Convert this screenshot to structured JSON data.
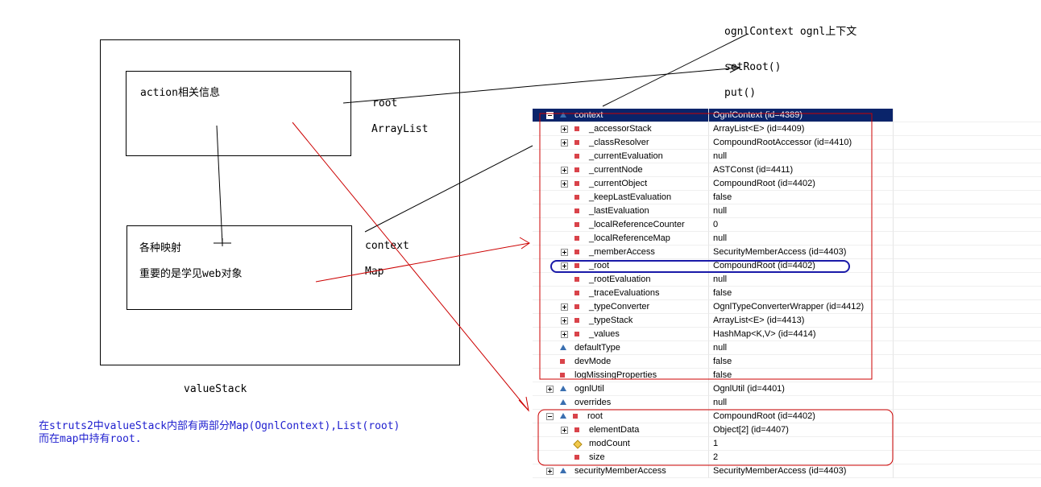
{
  "diagram": {
    "action_info": "action相关信息",
    "root_label": "root",
    "arraylist_label": "ArrayList",
    "mappings_label": "各种映射",
    "web_objects_label": "重要的是学见web对象",
    "context_label": "context",
    "map_label": "Map",
    "value_stack_label": "valueStack",
    "ognl_context_title": "ognlContext  ognl上下文",
    "set_root": "setRoot()",
    "put": "put()",
    "note_line1": "在struts2中valueStack内部有两部分Map(OgnlContext),List(root)",
    "note_line2": "而在map中持有root."
  },
  "tree": {
    "rows": [
      {
        "name": "context",
        "value": "OgnlContext  (id=4389)",
        "expander": "minus",
        "icons": [
          "tri"
        ],
        "indent": 0,
        "selected": true
      },
      {
        "name": "_accessorStack",
        "value": "ArrayList<E>  (id=4409)",
        "expander": "plus",
        "icons": [
          "sq"
        ],
        "indent": 1
      },
      {
        "name": "_classResolver",
        "value": "CompoundRootAccessor  (id=4410)",
        "expander": "plus",
        "icons": [
          "sq"
        ],
        "indent": 1
      },
      {
        "name": "_currentEvaluation",
        "value": "null",
        "expander": "none",
        "icons": [
          "sq"
        ],
        "indent": 1
      },
      {
        "name": "_currentNode",
        "value": "ASTConst  (id=4411)",
        "expander": "plus",
        "icons": [
          "sq"
        ],
        "indent": 1
      },
      {
        "name": "_currentObject",
        "value": "CompoundRoot  (id=4402)",
        "expander": "plus",
        "icons": [
          "sq"
        ],
        "indent": 1
      },
      {
        "name": "_keepLastEvaluation",
        "value": "false",
        "expander": "none",
        "icons": [
          "sq"
        ],
        "indent": 1
      },
      {
        "name": "_lastEvaluation",
        "value": "null",
        "expander": "none",
        "icons": [
          "sq"
        ],
        "indent": 1
      },
      {
        "name": "_localReferenceCounter",
        "value": "0",
        "expander": "none",
        "icons": [
          "sq"
        ],
        "indent": 1
      },
      {
        "name": "_localReferenceMap",
        "value": "null",
        "expander": "none",
        "icons": [
          "sq"
        ],
        "indent": 1
      },
      {
        "name": "_memberAccess",
        "value": "SecurityMemberAccess  (id=4403)",
        "expander": "plus",
        "icons": [
          "sq"
        ],
        "indent": 1
      },
      {
        "name": "_root",
        "value": "CompoundRoot  (id=4402)",
        "expander": "plus",
        "icons": [
          "sq"
        ],
        "indent": 1
      },
      {
        "name": "_rootEvaluation",
        "value": "null",
        "expander": "none",
        "icons": [
          "sq"
        ],
        "indent": 1
      },
      {
        "name": "_traceEvaluations",
        "value": "false",
        "expander": "none",
        "icons": [
          "sq"
        ],
        "indent": 1
      },
      {
        "name": "_typeConverter",
        "value": "OgnlTypeConverterWrapper  (id=4412)",
        "expander": "plus",
        "icons": [
          "sq"
        ],
        "indent": 1
      },
      {
        "name": "_typeStack",
        "value": "ArrayList<E>  (id=4413)",
        "expander": "plus",
        "icons": [
          "sq"
        ],
        "indent": 1
      },
      {
        "name": "_values",
        "value": "HashMap<K,V>  (id=4414)",
        "expander": "plus",
        "icons": [
          "sq"
        ],
        "indent": 1
      },
      {
        "name": "defaultType",
        "value": "null",
        "expander": "none",
        "icons": [
          "tri"
        ],
        "indent": 0
      },
      {
        "name": "devMode",
        "value": "false",
        "expander": "none",
        "icons": [
          "sq"
        ],
        "indent": 0
      },
      {
        "name": "logMissingProperties",
        "value": "false",
        "expander": "none",
        "icons": [
          "sq"
        ],
        "indent": 0
      },
      {
        "name": "ognlUtil",
        "value": "OgnlUtil  (id=4401)",
        "expander": "plus",
        "icons": [
          "tri"
        ],
        "indent": 0
      },
      {
        "name": "overrides",
        "value": "null",
        "expander": "none",
        "icons": [
          "tri"
        ],
        "indent": 0
      },
      {
        "name": "root",
        "value": "CompoundRoot  (id=4402)",
        "expander": "minus",
        "icons": [
          "tri",
          "sq"
        ],
        "indent": 0
      },
      {
        "name": "elementData",
        "value": "Object[2]  (id=4407)",
        "expander": "plus",
        "icons": [
          "sq"
        ],
        "indent": 1
      },
      {
        "name": "modCount",
        "value": "1",
        "expander": "none",
        "icons": [
          "dia"
        ],
        "indent": 1
      },
      {
        "name": "size",
        "value": "2",
        "expander": "none",
        "icons": [
          "sq"
        ],
        "indent": 1
      },
      {
        "name": "securityMemberAccess",
        "value": "SecurityMemberAccess  (id=4403)",
        "expander": "plus",
        "icons": [
          "tri"
        ],
        "indent": 0
      }
    ]
  },
  "colors": {
    "selection": "#0a246a",
    "annotation_red": "#cc0000",
    "annotation_blue": "#1a1aa8",
    "note_blue": "#1f1fcf"
  }
}
